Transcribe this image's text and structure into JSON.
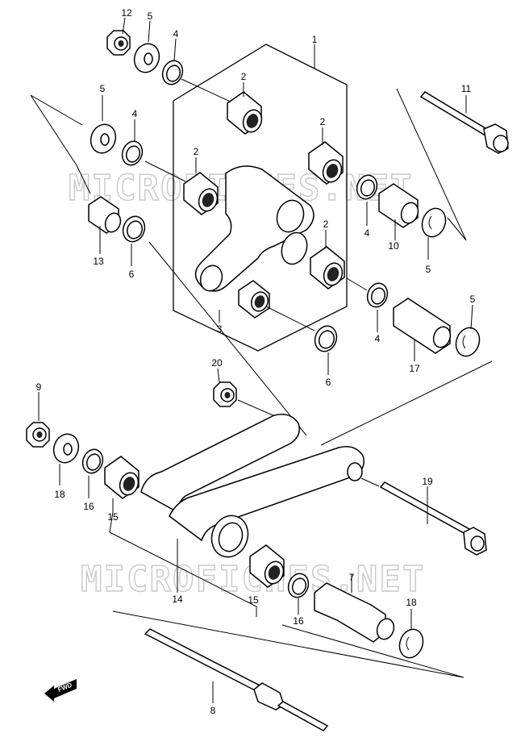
{
  "watermark": "MICROFICHES.NET",
  "fwd_label": "FWD",
  "part_labels": {
    "p1": "1",
    "p2a": "2",
    "p2b": "2",
    "p2c": "2",
    "p2d": "2",
    "p3": "3",
    "p4a": "4",
    "p4b": "4",
    "p4c": "4",
    "p4d": "4",
    "p5a": "5",
    "p5b": "5",
    "p5c": "5",
    "p5d": "5",
    "p6a": "6",
    "p6b": "6",
    "p7": "7",
    "p8": "8",
    "p9": "9",
    "p10": "10",
    "p11": "11",
    "p12": "12",
    "p13": "13",
    "p14": "14",
    "p15a": "15",
    "p15b": "15",
    "p16a": "16",
    "p16b": "16",
    "p17": "17",
    "p18a": "18",
    "p18b": "18",
    "p19": "19",
    "p20": "20"
  }
}
